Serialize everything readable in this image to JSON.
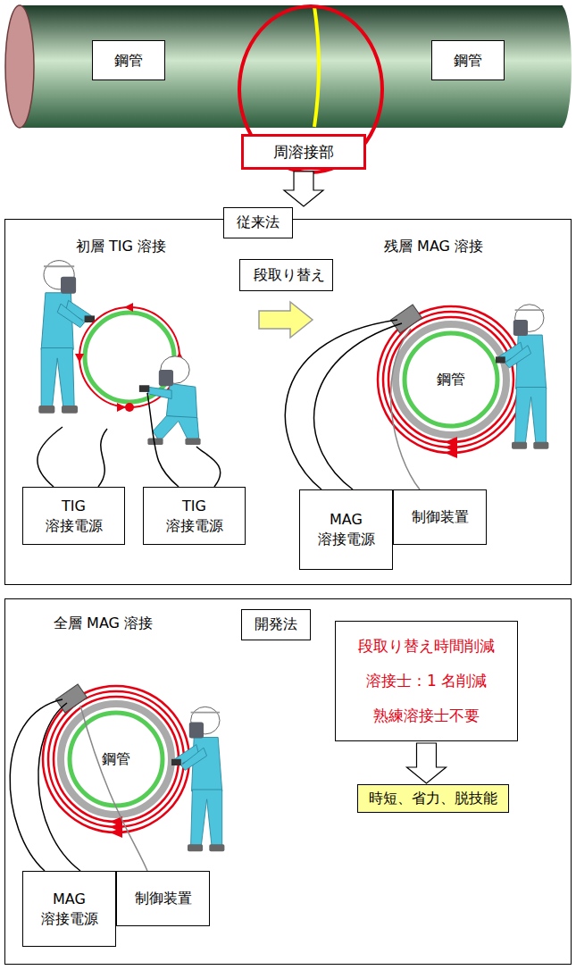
{
  "diagram": {
    "nodes": [
      {
        "text": [
          "鋼管"
        ]
      },
      {
        "text": [
          "鋼管"
        ]
      },
      {
        "text": [
          "周溶接部"
        ]
      },
      {
        "text": [
          "従来法"
        ]
      },
      {
        "text": [
          "段取り替え"
        ],
        "in": 3
      },
      {
        "text": [
          "鋼管"
        ],
        "in": 3
      },
      {
        "text": [
          "TIG 溶接電源"
        ],
        "in": 3
      },
      {
        "text": [
          "TIG 溶接電源"
        ],
        "in": 3
      },
      {
        "text": [
          "MAG 溶接電源"
        ],
        "in": 3
      },
      {
        "text": [
          "制御装置"
        ],
        "in": 3
      },
      {
        "text": [
          "開発法"
        ]
      },
      {
        "text": [
          "鋼管"
        ],
        "in": 10
      },
      {
        "text": [
          "段取り替え時間削減",
          "溶接士：1 名削減",
          "熟練溶接士不要"
        ],
        "in": 10
      },
      {
        "text": [
          "時短、省力、脱技能"
        ],
        "in": 10
      },
      {
        "text": [
          "MAG 溶接電源"
        ],
        "in": 10
      },
      {
        "text": [
          "制御装置"
        ],
        "in": 10
      }
    ],
    "edges": [
      {
        "from": 2,
        "to": 3,
        "arrow": "to"
      },
      {
        "from": 12,
        "to": 13,
        "arrow": "to"
      }
    ],
    "labels": [
      "初層 TIG 溶接",
      "残層 MAG 溶接",
      "全層 MAG 溶接"
    ]
  }
}
